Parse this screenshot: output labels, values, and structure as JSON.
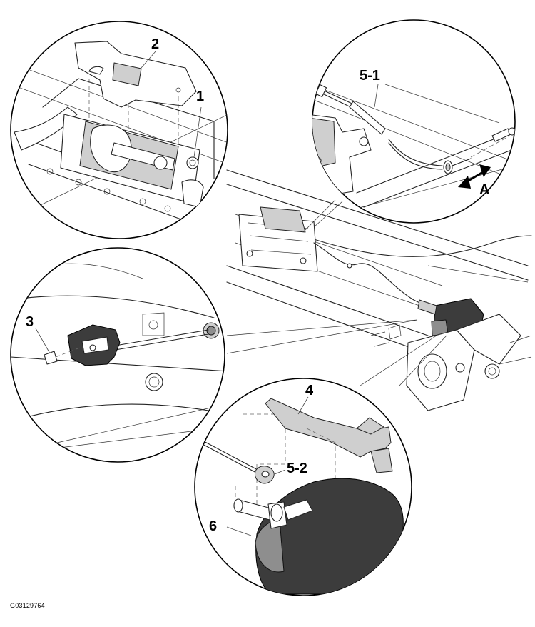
{
  "callouts": {
    "c1": "1",
    "c2": "2",
    "c3": "3",
    "c4": "4",
    "c5_1": "5-1",
    "c5_2": "5-2",
    "c6": "6",
    "cA": "A"
  },
  "figure_id": "G03129764",
  "colors": {
    "line": "#222222",
    "grey_part": "#cfcfcf",
    "dark_part": "#3c3c3c"
  }
}
